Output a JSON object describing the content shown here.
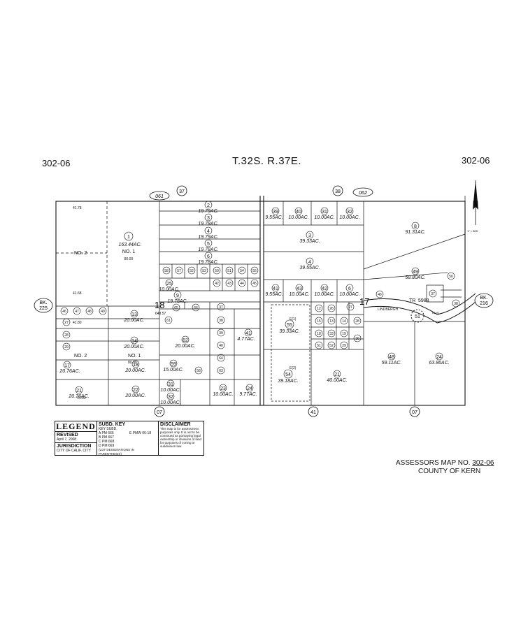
{
  "header": {
    "page_left": "302-06",
    "page_right": "302-06",
    "township": "T.32S. R.37E."
  },
  "book_refs": {
    "bk_left_1": "BK.",
    "bk_left_2": "225",
    "bk_right_1": "BK.",
    "bk_right_2": "216"
  },
  "sections": {
    "s18": "18",
    "s17": "17",
    "s18_area": "648.57"
  },
  "top_circles": [
    "061",
    "37",
    "38",
    "062"
  ],
  "bottom_circles": [
    "07",
    "41",
    "07"
  ],
  "north": {
    "label": "N",
    "scale": "1\" = 800'"
  },
  "parcels": [
    {
      "id": "1",
      "acres": "163.44AC.",
      "sub": "NO. 1",
      "extra": "80.00"
    },
    {
      "id": "2",
      "acres": "19.79AC."
    },
    {
      "id": "3",
      "acres": "19.78AC."
    },
    {
      "id": "4",
      "acres": "19.79AC."
    },
    {
      "id": "5",
      "acres": "19.78AC."
    },
    {
      "id": "6",
      "acres": "19.78AC."
    },
    {
      "id": "9",
      "acres": "19.78AC."
    },
    {
      "id": "25",
      "acres": "10.00AC."
    },
    {
      "id": "13",
      "acres": "20.00AC."
    },
    {
      "id": "14",
      "acres": "20.00AC."
    },
    {
      "id": "18",
      "acres": "20.00AC."
    },
    {
      "id": "17",
      "acres": "20.76AC."
    },
    {
      "id": "21",
      "acres": "20.76AC."
    },
    {
      "id": "22",
      "acres": "20.00AC."
    },
    {
      "id": "62",
      "acres": "20.00AC."
    },
    {
      "id": "59",
      "acres": "15.00AC."
    },
    {
      "id": "31",
      "acres": "10.00AC."
    },
    {
      "id": "32",
      "acres": "10.00AC."
    },
    {
      "id": "23",
      "acres": "10.00AC."
    },
    {
      "id": "24",
      "acres": "9.77AC."
    },
    {
      "id": "39",
      "acres": "9.55AC."
    },
    {
      "id": "40",
      "acres": "10.00AC."
    },
    {
      "id": "31b",
      "label": "31",
      "acres": "10.00AC."
    },
    {
      "id": "32b",
      "label": "32",
      "acres": "10.00AC."
    },
    {
      "id": "8",
      "acres": "91.31AC."
    },
    {
      "id": "3b",
      "label": "3",
      "acres": "39.33AC."
    },
    {
      "id": "4b",
      "label": "4",
      "acres": "39.55AC."
    },
    {
      "id": "49",
      "acres": "58.80AC."
    },
    {
      "id": "41",
      "acres": "9.55AC."
    },
    {
      "id": "43",
      "acres": "10.00AC."
    },
    {
      "id": "42",
      "acres": "10.00AC."
    },
    {
      "id": "6b",
      "label": "6",
      "acres": "10.00AC."
    },
    {
      "id": "55",
      "acres": "39.33AC."
    },
    {
      "id": "54",
      "acres": "39.18AC."
    },
    {
      "id": "21b",
      "label": "21",
      "acres": "40.00AC."
    },
    {
      "id": "48",
      "acres": "59.11AC."
    },
    {
      "id": "24b",
      "label": "24",
      "acres": "63.86AC."
    },
    {
      "id": "41b",
      "label": "41",
      "acres": "4.77AC."
    }
  ],
  "small_labels": {
    "no2_a": "NO. 2",
    "no2_b": "NO. 2",
    "no1_b": "NO. 1",
    "no1_b_val": "80.00",
    "v4178": "41.78",
    "v4168": "41.68",
    "v4180": "41.80",
    "v4153": "41.53",
    "tr": "TR",
    "tr_no": "5988",
    "street": "LINDBERGH",
    "blvd": "BLVD"
  },
  "legend": {
    "title": "LEGEND",
    "revised": "REVISED",
    "revised_date": "April 7, 2008",
    "jurisdiction": "JURISDICTION",
    "jurisdiction_val": "CITY OF CALIF. CITY",
    "subd_key": "SUBD. KEY",
    "subd_cols": "KEY  SUBD.",
    "subd_a": "A   PM 666",
    "subd_b": "B   PM 667",
    "subd_c": "C   PM 668",
    "subd_d": "D   PM 669",
    "subd_e": "E   PMW 06-18",
    "lot_note": "(LOT DESIGNATIONS IN PARENTHESIS)",
    "disclaimer": "DISCLAIMER",
    "disclaimer_text": "This map is for assessment purposes only. It is not to be construed as portraying legal ownership or divisions of land for purposes of zoning or subdivision law."
  },
  "footer": {
    "assessor_label": "ASSESSORS MAP NO.",
    "assessor_no": "302-06",
    "county": "COUNTY OF KERN"
  }
}
